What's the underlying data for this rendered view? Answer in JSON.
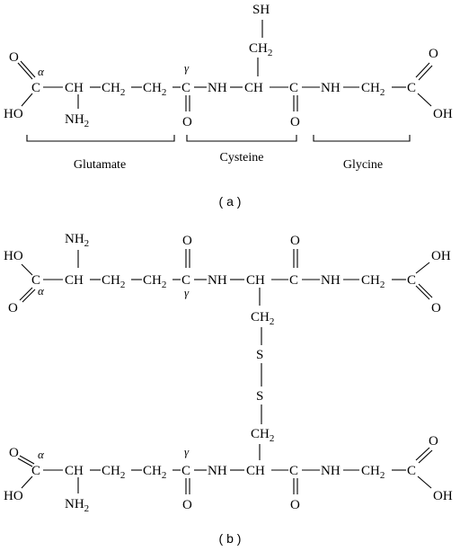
{
  "panel_a": {
    "caption": "( a )",
    "regions": {
      "glutamate": "Glutamate",
      "cysteine": "Cysteine",
      "glycine": "Glycine"
    },
    "atoms": {
      "o_top": "O",
      "ho": "HO",
      "ch": "CH",
      "ch2": "CH2",
      "c": "C",
      "nh": "NH",
      "o": "O",
      "sh": "SH",
      "oh": "OH",
      "nh2": "NH2",
      "alpha": "α",
      "gamma": "γ"
    }
  },
  "panel_b": {
    "caption": "( b )",
    "atoms": {
      "ho": "HO",
      "o": "O",
      "c": "C",
      "ch": "CH",
      "ch2": "CH2",
      "nh": "NH",
      "nh2": "NH2",
      "s": "S",
      "oh": "OH",
      "alpha": "α",
      "gamma": "γ"
    }
  },
  "colors": {
    "ink": "#000000",
    "background": "#ffffff"
  }
}
